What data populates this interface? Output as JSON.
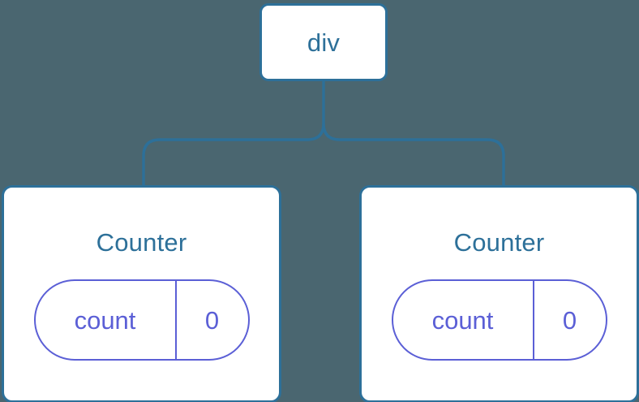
{
  "diagram": {
    "type": "component-tree",
    "background_color": "#4a6670",
    "node_border_color": "#2d7099",
    "node_fill_color": "#ffffff",
    "node_text_color": "#2d7099",
    "state_pill_color": "#5b5fd6",
    "connector_color": "#2d7099"
  },
  "root": {
    "label": "div"
  },
  "children": [
    {
      "title": "Counter",
      "state": {
        "key": "count",
        "value": "0"
      }
    },
    {
      "title": "Counter",
      "state": {
        "key": "count",
        "value": "0"
      }
    }
  ]
}
